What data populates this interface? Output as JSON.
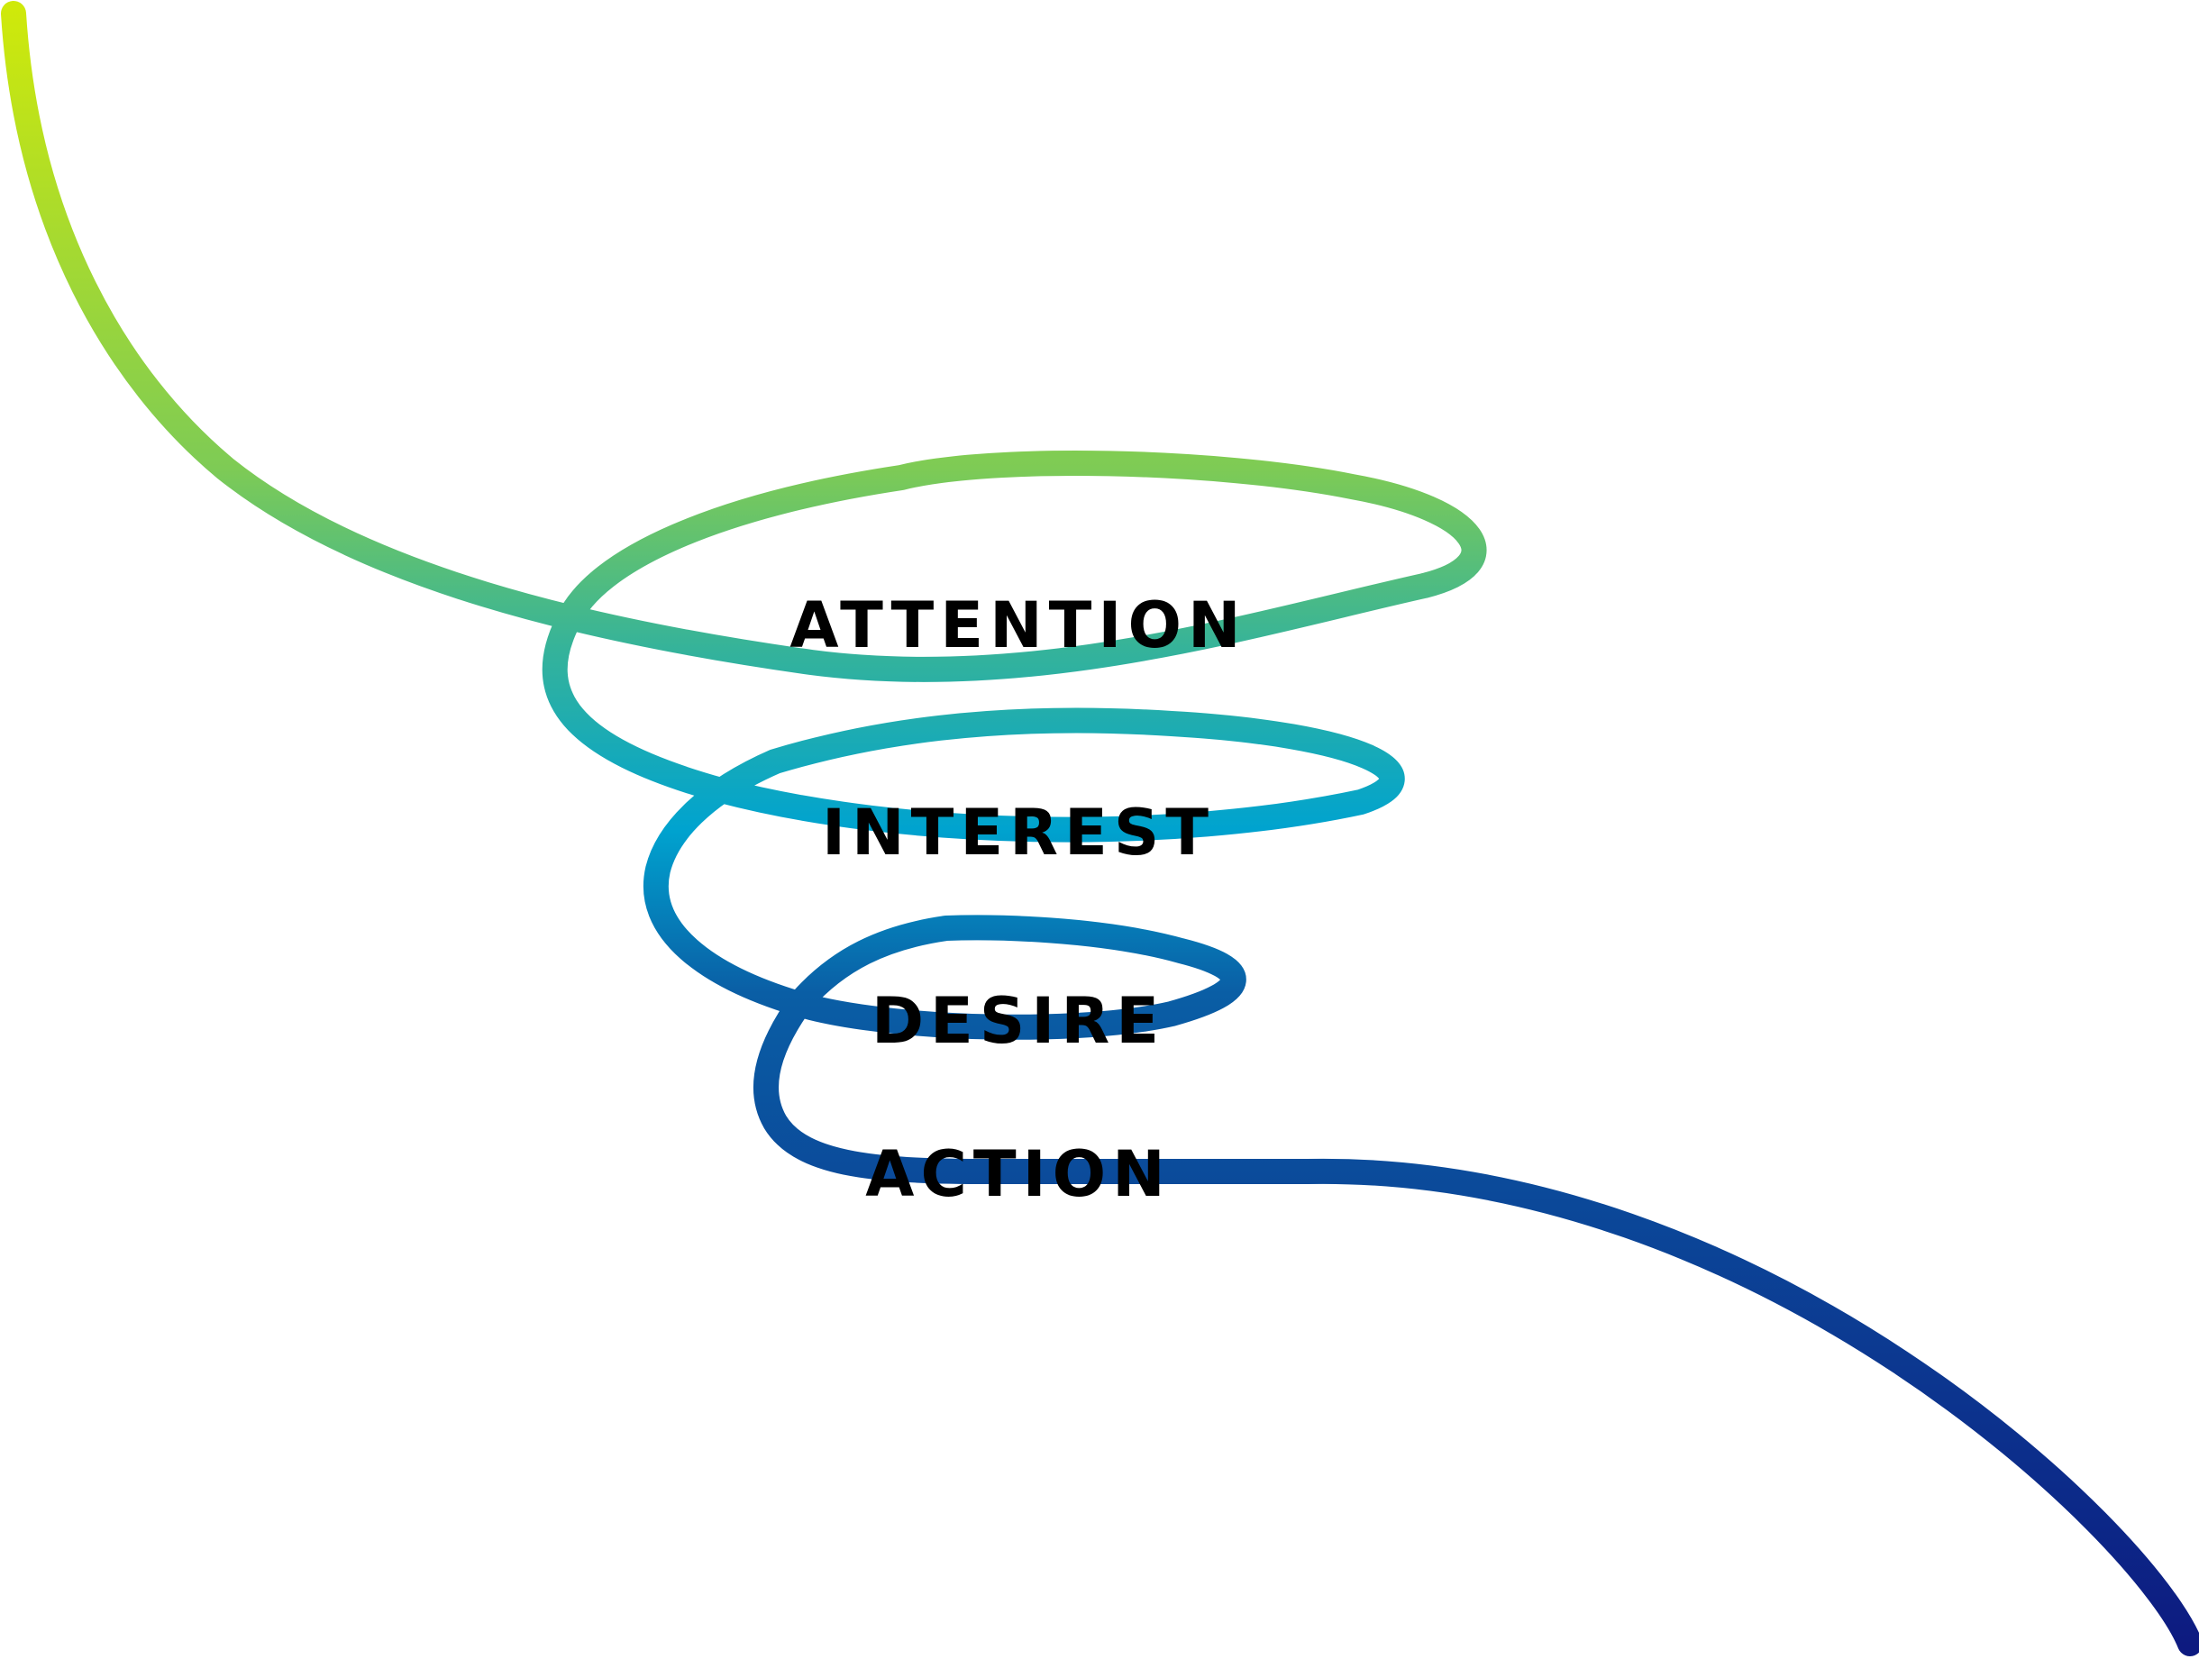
{
  "stages": [
    {
      "id": "attention",
      "label": "ATTENTION"
    },
    {
      "id": "interest",
      "label": "INTEREST"
    },
    {
      "id": "desire",
      "label": "DESIRE"
    },
    {
      "id": "action",
      "label": "ACTION"
    }
  ],
  "colors": {
    "gradient_start": "#cfe90a",
    "gradient_green": "#7ecb55",
    "gradient_teal": "#35b39a",
    "gradient_cyan": "#00a3cf",
    "gradient_blue": "#0a5ea5",
    "gradient_end": "#0d1a80",
    "label": "#000000",
    "background": "#ffffff"
  }
}
